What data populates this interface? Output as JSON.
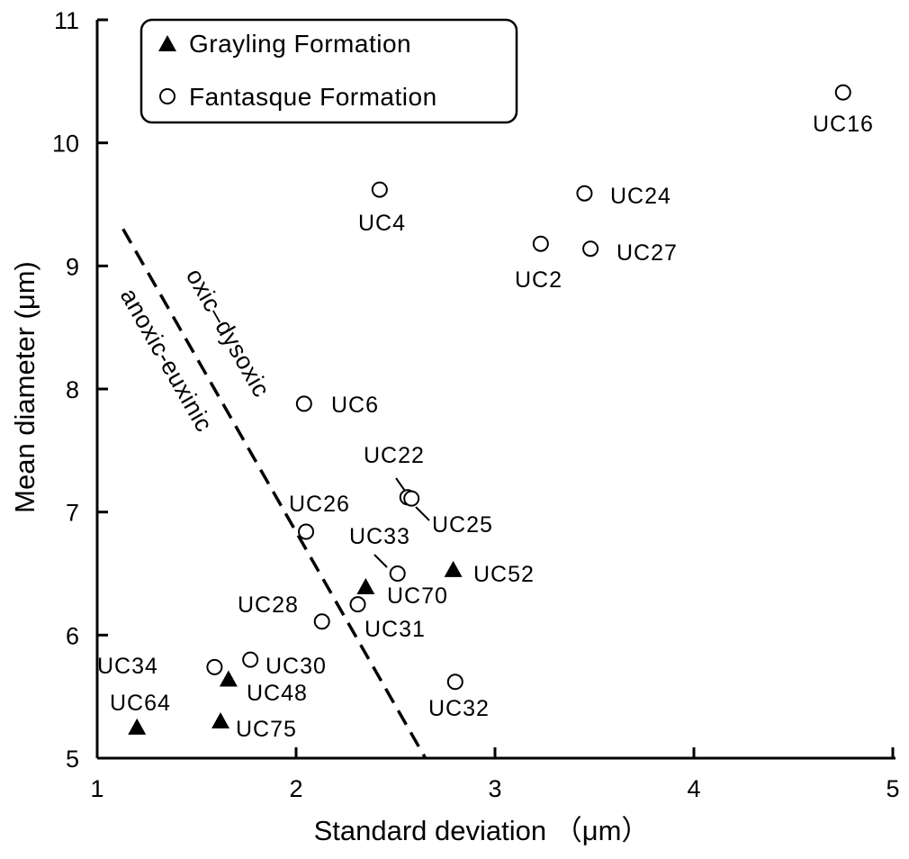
{
  "chart_data": {
    "type": "scatter",
    "xlabel": "Standard deviation （μm）",
    "ylabel": "Mean diameter (μm)",
    "xlim": [
      1,
      5
    ],
    "ylim": [
      5,
      11
    ],
    "x_ticks": [
      "1",
      "2",
      "3",
      "4",
      "5"
    ],
    "y_ticks": [
      "5",
      "6",
      "7",
      "8",
      "9",
      "10",
      "11"
    ],
    "grid": false,
    "legend_placement": "top-left",
    "series": [
      {
        "name": "Grayling Formation",
        "marker": "filled-triangle",
        "points": [
          {
            "label": "UC64",
            "x": 1.2,
            "y": 5.25
          },
          {
            "label": "UC75",
            "x": 1.62,
            "y": 5.3
          },
          {
            "label": "UC48",
            "x": 1.66,
            "y": 5.64
          },
          {
            "label": "UC70",
            "x": 2.35,
            "y": 6.39
          },
          {
            "label": "UC52",
            "x": 2.79,
            "y": 6.53
          }
        ]
      },
      {
        "name": "Fantasque Formation",
        "marker": "open-circle",
        "points": [
          {
            "label": "UC34",
            "x": 1.59,
            "y": 5.74
          },
          {
            "label": "UC30",
            "x": 1.77,
            "y": 5.8
          },
          {
            "label": "UC28",
            "x": 2.13,
            "y": 6.11
          },
          {
            "label": "UC31",
            "x": 2.31,
            "y": 6.25
          },
          {
            "label": "UC33",
            "x": 2.51,
            "y": 6.5
          },
          {
            "label": "UC26",
            "x": 2.05,
            "y": 6.84
          },
          {
            "label": "UC22",
            "x": 2.56,
            "y": 7.12
          },
          {
            "label": "UC25",
            "x": 2.58,
            "y": 7.11
          },
          {
            "label": "UC32",
            "x": 2.8,
            "y": 5.62
          },
          {
            "label": "UC6",
            "x": 2.04,
            "y": 7.88
          },
          {
            "label": "UC4",
            "x": 2.42,
            "y": 9.62
          },
          {
            "label": "UC2",
            "x": 3.23,
            "y": 9.18
          },
          {
            "label": "UC27",
            "x": 3.48,
            "y": 9.14
          },
          {
            "label": "UC24",
            "x": 3.45,
            "y": 9.59
          },
          {
            "label": "UC16",
            "x": 4.75,
            "y": 10.41
          }
        ]
      }
    ],
    "annotations": {
      "boundary_line": {
        "style": "dashed",
        "from": [
          1.13,
          9.3
        ],
        "to": [
          2.65,
          5.0
        ]
      },
      "zone_upper": "oxic–dysoxic",
      "zone_lower": "anoxic-euxinic"
    }
  }
}
